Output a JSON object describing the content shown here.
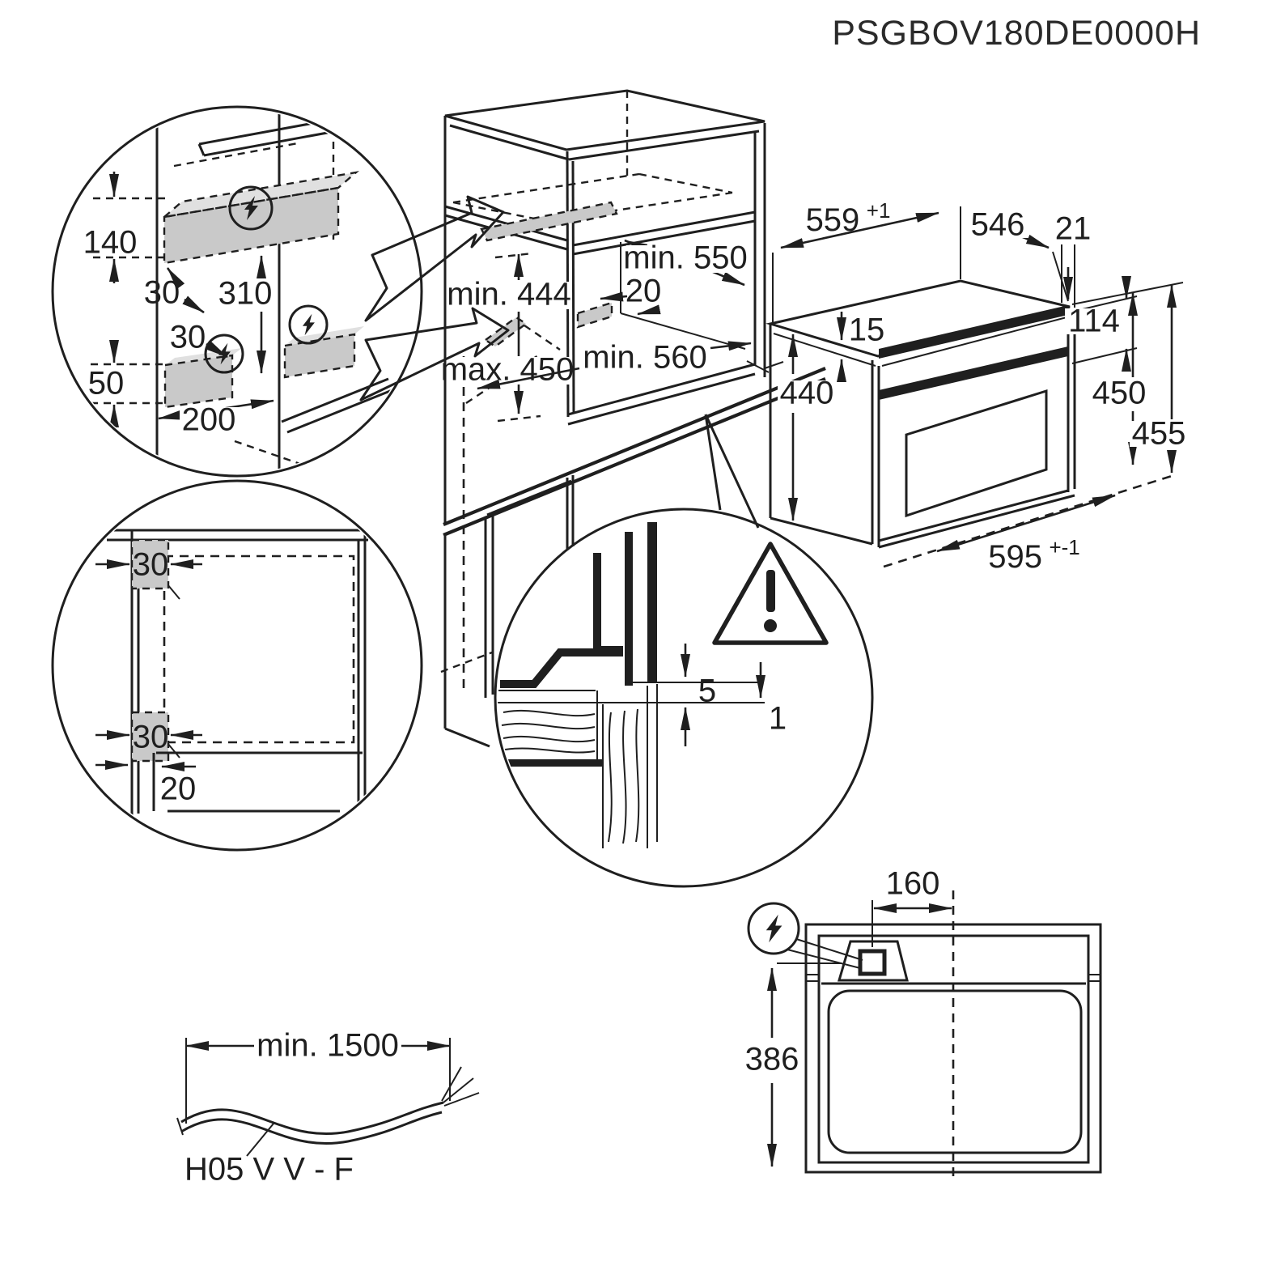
{
  "part_number": "PSGBOV180DE0000H",
  "detail_electrical": {
    "dim_140": "140",
    "dim_30_top": "30",
    "dim_310": "310",
    "dim_30_mid": "30",
    "dim_50": "50",
    "dim_200": "200"
  },
  "cabinet": {
    "dim_min_444": "min. 444",
    "dim_max_450": "max. 450",
    "dim_min_550": "min. 550",
    "dim_20": "20",
    "dim_min_560": "min. 560"
  },
  "oven": {
    "dim_width_top": "559",
    "dim_width_top_tol": "+1",
    "dim_depth": "546",
    "dim_21": "21",
    "dim_15": "15",
    "dim_114": "114",
    "dim_440": "440",
    "dim_450": "450",
    "dim_455": "455",
    "dim_width_front": "595",
    "dim_width_front_tol": "+-1"
  },
  "detail_top_view": {
    "dim_30_upper": "30",
    "dim_30_lower": "30",
    "dim_20": "20"
  },
  "detail_gap": {
    "dim_5": "5",
    "dim_1": "1"
  },
  "rear_view": {
    "dim_160": "160",
    "dim_386": "386"
  },
  "cable": {
    "dim_min_1500": "min. 1500",
    "cable_type": "H05 V V - F"
  },
  "icons": {
    "lightning": "electrical-connection",
    "warning": "caution"
  },
  "colors": {
    "line": "#1f1f1f",
    "connection_zone": "#c9c9c9",
    "background": "#ffffff"
  }
}
